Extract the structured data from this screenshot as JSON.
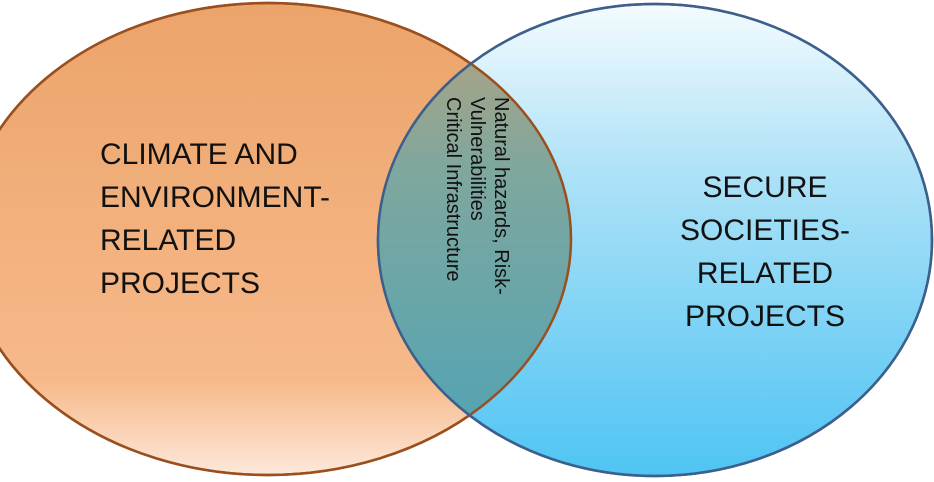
{
  "left_circle": {
    "lines": [
      "CLIMATE AND",
      "ENVIRONMENT-",
      "RELATED",
      "PROJECTS"
    ],
    "fill_top": "#eba46a",
    "fill_bottom": "#fbc49e",
    "stroke": "#9a4f1e"
  },
  "right_circle": {
    "lines": [
      "SECURE",
      "SOCIETIES-",
      "RELATED",
      "PROJECTS"
    ],
    "fill_top": "#e9f6fd",
    "fill_bottom": "#56c8f4",
    "stroke": "#3d5f8c"
  },
  "overlap": {
    "lines": [
      "Natural hazards, Risk-",
      "Vulnerabilities",
      "Critical Infrastructure"
    ],
    "fill": "#6ea7aa"
  }
}
